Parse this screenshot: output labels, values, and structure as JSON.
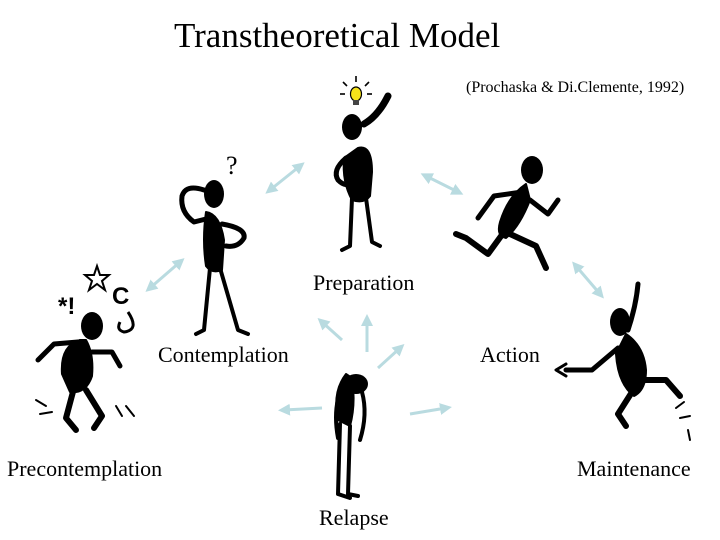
{
  "title": "Transtheoretical Model",
  "citation": "(Prochaska & Di.Clemente, 1992)",
  "stages": {
    "precontemplation": "Precontemplation",
    "contemplation": "Contemplation",
    "preparation": "Preparation",
    "action": "Action",
    "maintenance": "Maintenance",
    "relapse": "Relapse"
  },
  "symbols": {
    "question_mark": "?",
    "exclaim": "*!",
    "curl": "C"
  },
  "colors": {
    "arrow": "#b9dbe0",
    "figure": "#000000",
    "bulb": "#f5e21a"
  },
  "icons": {
    "precontemplation": "frustrated-stick-figure-icon",
    "contemplation": "thinking-stick-figure-icon",
    "preparation": "lightbulb-idea-stick-figure-icon",
    "action": "running-stick-figure-icon",
    "maintenance": "leaping-stick-figure-icon",
    "relapse": "slumped-stick-figure-icon"
  }
}
